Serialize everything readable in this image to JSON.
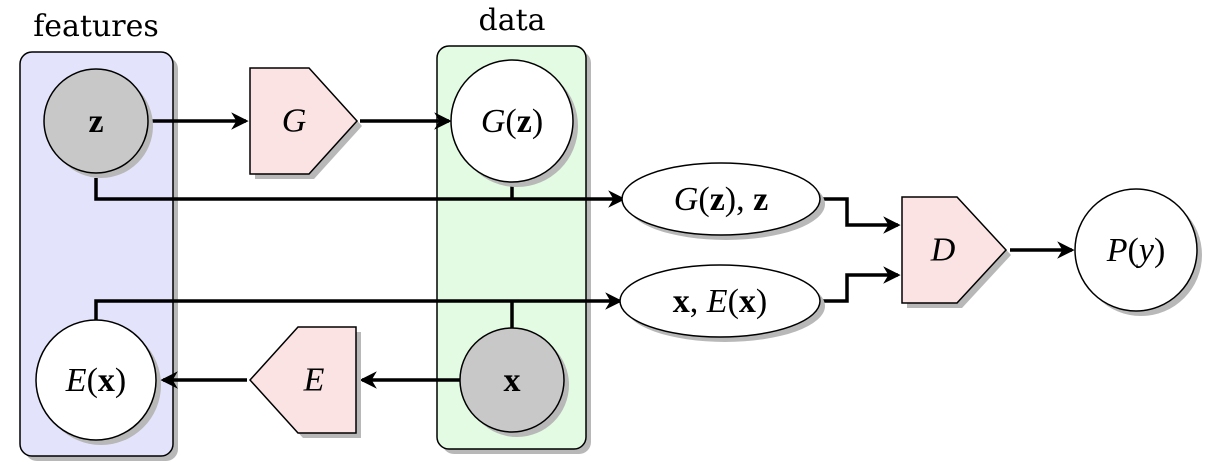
{
  "plates": {
    "features": {
      "label": "features",
      "color": "#e3e3fb"
    },
    "data": {
      "label": "data",
      "color": "#e2fbe2"
    }
  },
  "nodes": {
    "z": {
      "label": [
        {
          "t": "z",
          "s": "b"
        }
      ],
      "kind": "observed-variable",
      "fill": "#c8c8c8"
    },
    "gz": {
      "label": [
        {
          "t": "G",
          "s": "i"
        },
        {
          "t": "(",
          "s": "r"
        },
        {
          "t": "z",
          "s": "b"
        },
        {
          "t": ")",
          "s": "r"
        }
      ],
      "kind": "variable",
      "fill": "#ffffff"
    },
    "ex": {
      "label": [
        {
          "t": "E",
          "s": "i"
        },
        {
          "t": "(",
          "s": "r"
        },
        {
          "t": "x",
          "s": "b"
        },
        {
          "t": ")",
          "s": "r"
        }
      ],
      "kind": "variable",
      "fill": "#ffffff"
    },
    "x": {
      "label": [
        {
          "t": "x",
          "s": "b"
        }
      ],
      "kind": "observed-variable",
      "fill": "#c8c8c8"
    },
    "py": {
      "label": [
        {
          "t": "P",
          "s": "i"
        },
        {
          "t": "(",
          "s": "r"
        },
        {
          "t": "y",
          "s": "i"
        },
        {
          "t": ")",
          "s": "r"
        }
      ],
      "kind": "variable",
      "fill": "#ffffff"
    }
  },
  "pairs": {
    "gz_z": {
      "label": [
        {
          "t": "G",
          "s": "i"
        },
        {
          "t": "(",
          "s": "r"
        },
        {
          "t": "z",
          "s": "b"
        },
        {
          "t": "), ",
          "s": "r"
        },
        {
          "t": "z",
          "s": "b"
        }
      ]
    },
    "x_ex": {
      "label": [
        {
          "t": "x",
          "s": "b"
        },
        {
          "t": ", ",
          "s": "r"
        },
        {
          "t": "E",
          "s": "i"
        },
        {
          "t": "(",
          "s": "r"
        },
        {
          "t": "x",
          "s": "b"
        },
        {
          "t": ")",
          "s": "r"
        }
      ]
    }
  },
  "functions": {
    "generator": {
      "label": "G",
      "fill": "#fbe3e3"
    },
    "encoder": {
      "label": "E",
      "fill": "#fbe3e3"
    },
    "discriminator": {
      "label": "D",
      "fill": "#fbe3e3"
    }
  },
  "edges": [
    {
      "from": "z",
      "to": "generator"
    },
    {
      "from": "generator",
      "to": "gz"
    },
    {
      "from": "z",
      "to": "gz_z"
    },
    {
      "from": "gz",
      "to": "gz_z"
    },
    {
      "from": "gz_z",
      "to": "discriminator"
    },
    {
      "from": "x",
      "to": "encoder"
    },
    {
      "from": "encoder",
      "to": "ex"
    },
    {
      "from": "ex",
      "to": "x_ex"
    },
    {
      "from": "x",
      "to": "x_ex"
    },
    {
      "from": "x_ex",
      "to": "discriminator"
    },
    {
      "from": "discriminator",
      "to": "py"
    }
  ]
}
